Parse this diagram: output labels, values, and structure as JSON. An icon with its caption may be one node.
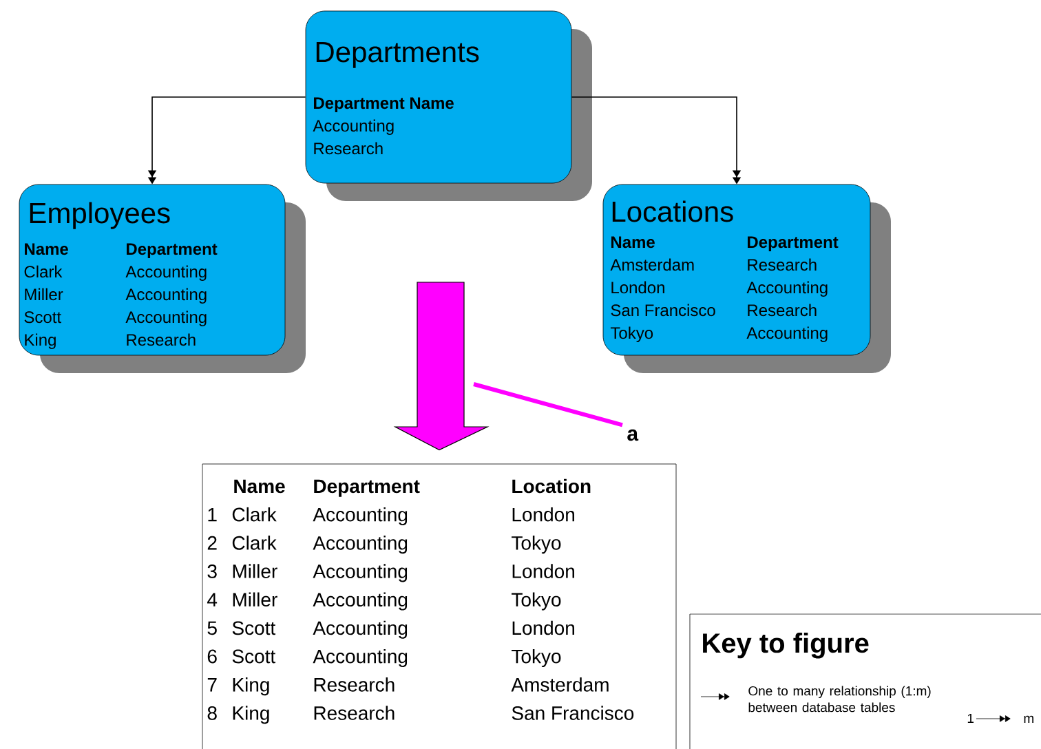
{
  "diagram": {
    "nodes": [
      {
        "text": [
          "Departments",
          "Department Name",
          "Accounting",
          "Research"
        ]
      },
      {
        "text": [
          "Employees",
          "Name",
          "Department",
          "Clark",
          "Accounting",
          "Miller",
          "Accounting",
          "Scott",
          "Accounting",
          "King",
          "Research"
        ]
      },
      {
        "text": [
          "Locations",
          "Name",
          "Department",
          "Amsterdam",
          "Research",
          "London",
          "Accounting",
          "San Francisco",
          "Research",
          "Tokyo",
          "Accounting"
        ]
      },
      {
        "text": [
          "Name",
          "Department",
          "Location",
          "1",
          "Clark",
          "Accounting",
          "London",
          "2",
          "Clark",
          "Accounting",
          "Tokyo",
          "3",
          "Miller",
          "Accounting",
          "London",
          "4",
          "Miller",
          "Accounting",
          "Tokyo",
          "5",
          "Scott",
          "Accounting",
          "London",
          "6",
          "Scott",
          "Accounting",
          "Tokyo",
          "7",
          "King",
          "Research",
          "Amsterdam",
          "8",
          "King",
          "Research",
          "San Francisco"
        ]
      },
      {
        "text": [
          "a"
        ]
      },
      {
        "text": [
          "Key to figure"
        ]
      }
    ],
    "edges": [
      {
        "from": 0,
        "to": 1,
        "arrow": "to"
      },
      {
        "from": 0,
        "to": 2,
        "arrow": "to"
      },
      {
        "from": null,
        "to": 3,
        "arrow": "to",
        "style": "thick",
        "color": "#ff00ff"
      },
      {
        "from": 4,
        "to": null,
        "arrow": "none",
        "style": "thick",
        "color": "#ff00ff"
      }
    ],
    "labels": [
      "1",
      "m"
    ],
    "legend": [
      {
        "text": "One to many relationship (1:m) between database tables"
      }
    ]
  }
}
